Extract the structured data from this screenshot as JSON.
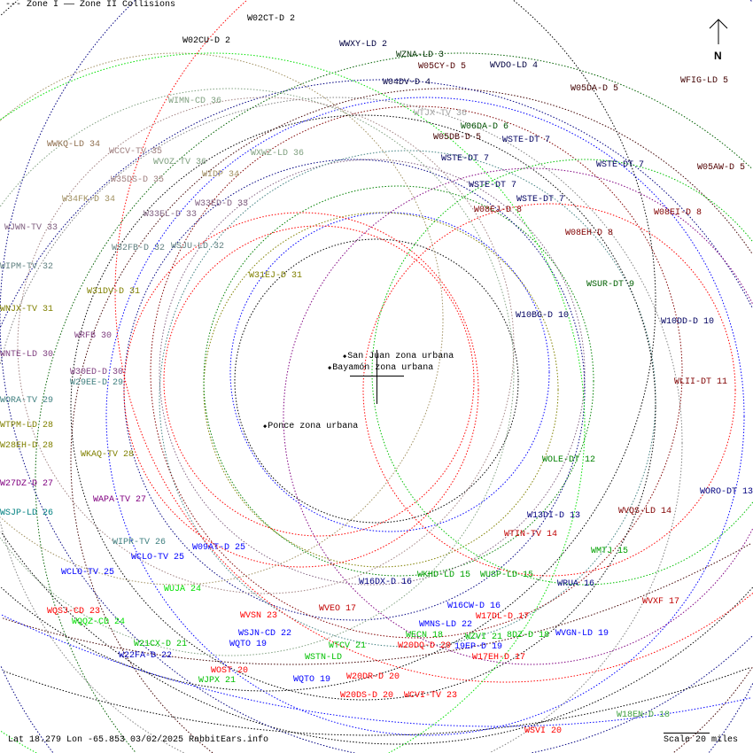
{
  "legend": {
    "zone1": "--- Zone I",
    "zone2": "—— Zone II Collisions"
  },
  "north_label": "N",
  "footer": "Lat 18.279 Lon -65.853 03/02/2025 RabbitEars.info",
  "scale": "Scale 20 miles",
  "cities": [
    "San Juan zona urbana",
    "Bayamón zona urbana",
    "Ponce zona urbana"
  ],
  "labels": [
    {
      "text": "W02CT-D 2",
      "color": "#000000"
    },
    {
      "text": "W02CU-D 2",
      "color": "#000000"
    },
    {
      "text": "WWXY-LD 2",
      "color": "#000040"
    },
    {
      "text": "WZNA-LD 3",
      "color": "#003000"
    },
    {
      "text": "W05CY-D 5",
      "color": "#500000"
    },
    {
      "text": "WVDO-LD 4",
      "color": "#000040"
    },
    {
      "text": "W04DV-D 4",
      "color": "#000040"
    },
    {
      "text": "W05DA-D 5",
      "color": "#400000"
    },
    {
      "text": "WFIG-LD 5",
      "color": "#400000"
    },
    {
      "text": "WIMN-CD 36",
      "color": "#80a080"
    },
    {
      "text": "WTJX-TV 36",
      "color": "#a0a0a0"
    },
    {
      "text": "W06DA-D 6",
      "color": "#005000"
    },
    {
      "text": "W05DB-D 5",
      "color": "#400000"
    },
    {
      "text": "WSTE-DT 7",
      "color": "#000060"
    },
    {
      "text": "WSTE-DT 7",
      "color": "#000060"
    },
    {
      "text": "WSTE-DT 7",
      "color": "#000060"
    },
    {
      "text": "WSTE-DT 7",
      "color": "#000060"
    },
    {
      "text": "WSTE-DT 7",
      "color": "#000060"
    },
    {
      "text": "W05AW-D 5",
      "color": "#500000"
    },
    {
      "text": "W08EJ-D 8",
      "color": "#800000"
    },
    {
      "text": "W08EI-D 8",
      "color": "#800000"
    },
    {
      "text": "W08EH-D 8",
      "color": "#800000"
    },
    {
      "text": "WWKQ-LD 34",
      "color": "#907050"
    },
    {
      "text": "WCCV-TV 35",
      "color": "#a08080"
    },
    {
      "text": "WVOZ-TV 36",
      "color": "#80a080"
    },
    {
      "text": "WXWZ-LD 36",
      "color": "#80a080"
    },
    {
      "text": "W35DS-D 35",
      "color": "#a08080"
    },
    {
      "text": "WIDP 34",
      "color": "#a09060"
    },
    {
      "text": "W34FK-D 34",
      "color": "#a09060"
    },
    {
      "text": "W33EL-D 33",
      "color": "#806080"
    },
    {
      "text": "W33ED-D 33",
      "color": "#806080"
    },
    {
      "text": "WJWN-TV 33",
      "color": "#806080"
    },
    {
      "text": "W32FB-D 32",
      "color": "#608080"
    },
    {
      "text": "WSJU-LD 32",
      "color": "#608080"
    },
    {
      "text": "WIPM-TV 32",
      "color": "#608080"
    },
    {
      "text": "W31EJ-D 31",
      "color": "#808000"
    },
    {
      "text": "W31DV-D 31",
      "color": "#808000"
    },
    {
      "text": "WNJX-TV 31",
      "color": "#808000"
    },
    {
      "text": "WRFB 30",
      "color": "#804080"
    },
    {
      "text": "WNTE-LD 30",
      "color": "#804080"
    },
    {
      "text": "W30ED-D 30",
      "color": "#804080"
    },
    {
      "text": "W29EE-D 29",
      "color": "#408080"
    },
    {
      "text": "WORA-TV 29",
      "color": "#408080"
    },
    {
      "text": "WTPM-LD 28",
      "color": "#808000"
    },
    {
      "text": "W28EH-D 28",
      "color": "#808000"
    },
    {
      "text": "WKAQ-TV 28",
      "color": "#808000"
    },
    {
      "text": "W27DZ-D 27",
      "color": "#800080"
    },
    {
      "text": "WAPA-TV 27",
      "color": "#800080"
    },
    {
      "text": "WSJP-LD 26",
      "color": "#008080"
    },
    {
      "text": "WIPR-TV 26",
      "color": "#408080"
    },
    {
      "text": "W09AT-D 25",
      "color": "#0000ff"
    },
    {
      "text": "WCLO-TV 25",
      "color": "#0000ff"
    },
    {
      "text": "WCLO-TV 25",
      "color": "#0000ff"
    },
    {
      "text": "WUJA 24",
      "color": "#00e000"
    },
    {
      "text": "WQSJ-CD 23",
      "color": "#ff0000"
    },
    {
      "text": "WQQZ-CD 24",
      "color": "#00e000"
    },
    {
      "text": "WVSN 23",
      "color": "#ff0000"
    },
    {
      "text": "WSJN-CD 22",
      "color": "#0000ff"
    },
    {
      "text": "W21CX-D 21",
      "color": "#00c000"
    },
    {
      "text": "WQTO 19",
      "color": "#0000ff"
    },
    {
      "text": "W22FA-D 22",
      "color": "#0000c0"
    },
    {
      "text": "WOST 20",
      "color": "#ff0000"
    },
    {
      "text": "WJPX 21",
      "color": "#00c000"
    },
    {
      "text": "WQTO 19",
      "color": "#0000ff"
    },
    {
      "text": "W16DX-D 16",
      "color": "#000080"
    },
    {
      "text": "WVEO 17",
      "color": "#c00000"
    },
    {
      "text": "WKHD-LD 15",
      "color": "#00a000"
    },
    {
      "text": "WUSP-LD 15",
      "color": "#00a000"
    },
    {
      "text": "WRUA 16",
      "color": "#000080"
    },
    {
      "text": "WMTJ 15",
      "color": "#00a000"
    },
    {
      "text": "W16CW-D 16",
      "color": "#0000ff"
    },
    {
      "text": "W17DL-D 17",
      "color": "#ff0000"
    },
    {
      "text": "WMNS-LD 22",
      "color": "#0000ff"
    },
    {
      "text": "WVXF 17",
      "color": "#c00000"
    },
    {
      "text": "WECN 18",
      "color": "#00c000"
    },
    {
      "text": "WZVI 21",
      "color": "#00c000"
    },
    {
      "text": "8DZ-D 18",
      "color": "#00c000"
    },
    {
      "text": "WVGN-LD 19",
      "color": "#0000ff"
    },
    {
      "text": "W20DQ-D 20",
      "color": "#ff0000"
    },
    {
      "text": "19EP-D 19",
      "color": "#0000ff"
    },
    {
      "text": "W17EH-D 17",
      "color": "#ff0000"
    },
    {
      "text": "WTCV 21",
      "color": "#00c000"
    },
    {
      "text": "WSTN-LD",
      "color": "#00c000"
    },
    {
      "text": "W20DR-D 20",
      "color": "#ff0000"
    },
    {
      "text": "W20DS-D 20",
      "color": "#ff0000"
    },
    {
      "text": "WCVI-TV 23",
      "color": "#ff0000"
    },
    {
      "text": "W18EN-D 18",
      "color": "#40a040"
    },
    {
      "text": "WSVI 20",
      "color": "#ff0000"
    },
    {
      "text": "WLII-DT 11",
      "color": "#800000"
    },
    {
      "text": "W10BG-D 10",
      "color": "#000060"
    },
    {
      "text": "W10DD-D 10",
      "color": "#000060"
    },
    {
      "text": "WSUR-DT 9",
      "color": "#006000"
    },
    {
      "text": "WOLE-DT 12",
      "color": "#008000"
    },
    {
      "text": "WORO-DT 13",
      "color": "#000080"
    },
    {
      "text": "W13DI-D 13",
      "color": "#000080"
    },
    {
      "text": "WVQS-LD 14",
      "color": "#800000"
    },
    {
      "text": "WTIN-TV 14",
      "color": "#c00000"
    }
  ]
}
